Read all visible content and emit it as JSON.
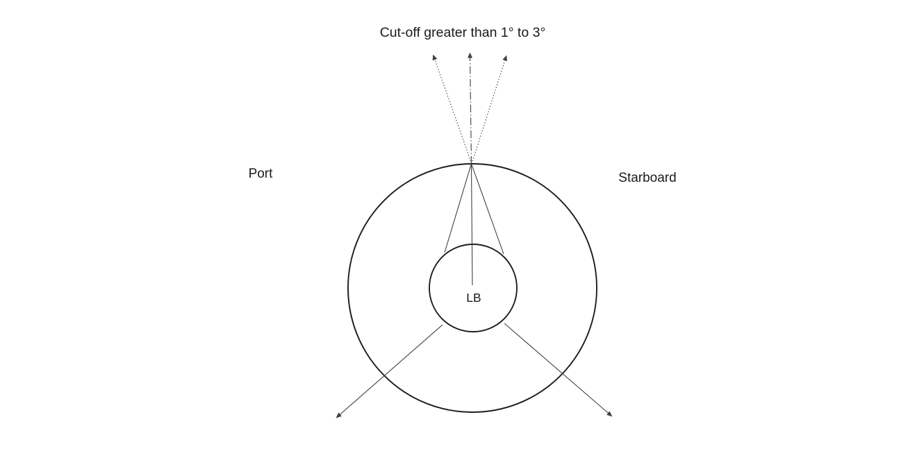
{
  "diagram": {
    "top_label": "Cut-off greater than 1° to 3°",
    "left_label": "Port",
    "right_label": "Starboard",
    "center_label": "LB"
  },
  "colors": {
    "background": "#ffffff",
    "shape": "#1c1c1c",
    "line": "#404040",
    "text": "#1a1a1a"
  }
}
